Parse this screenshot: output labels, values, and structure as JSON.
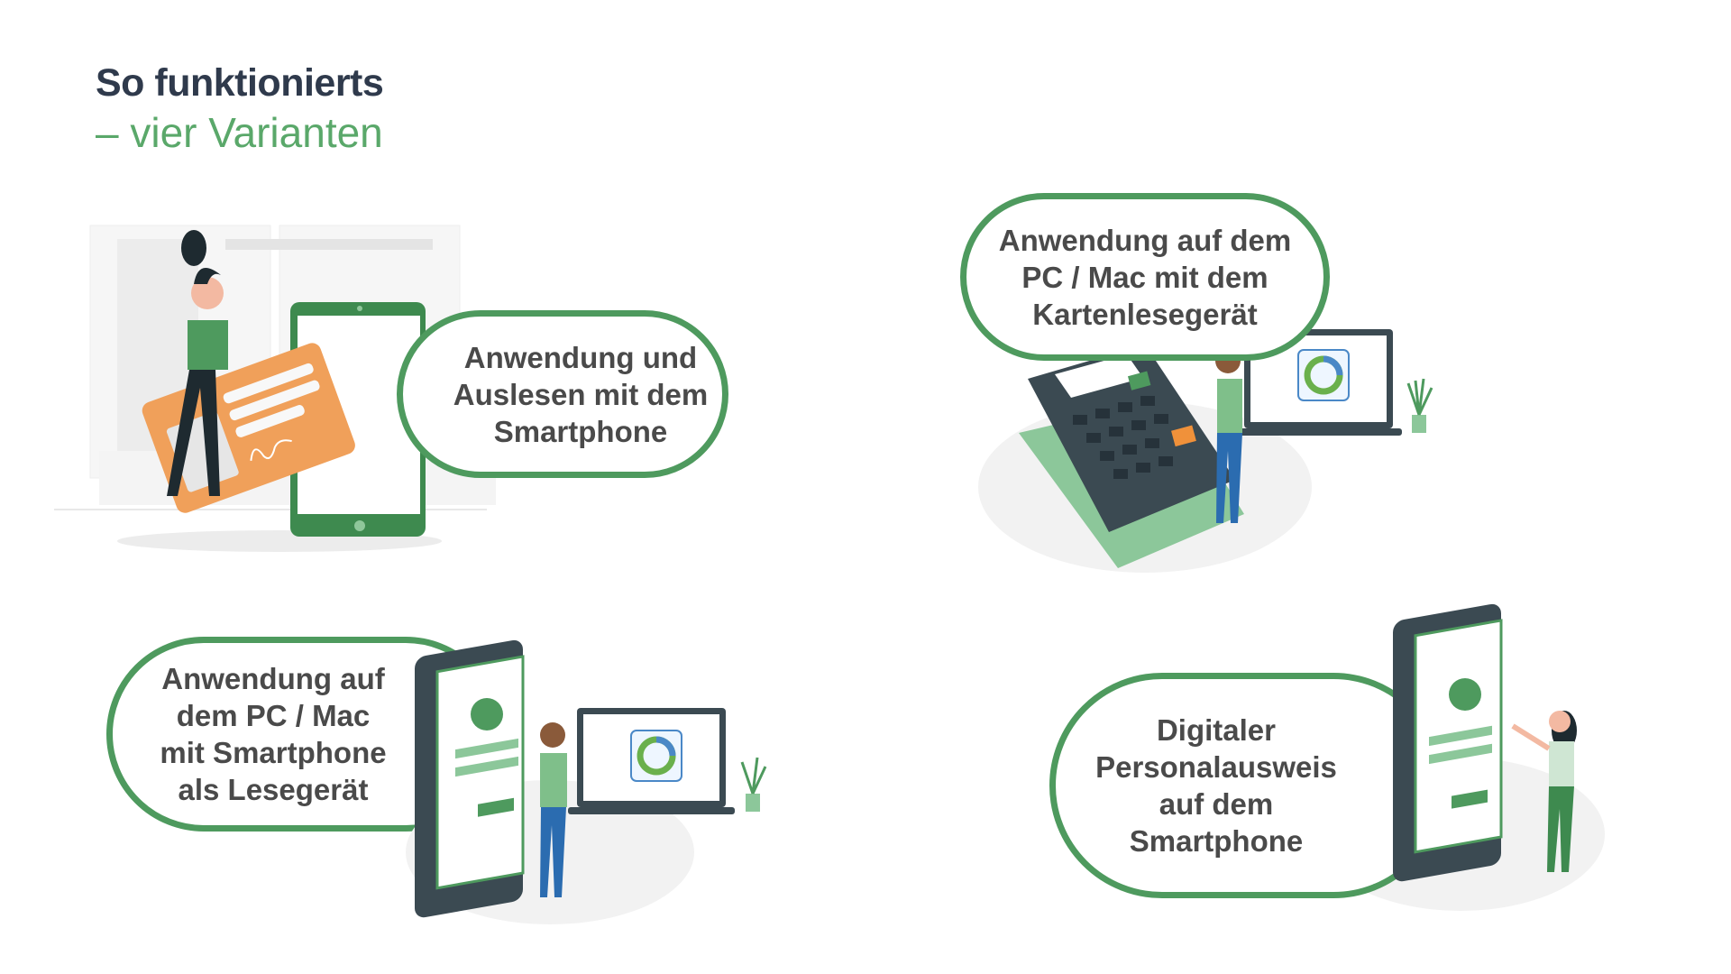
{
  "title": {
    "line1": "So funktionierts",
    "line2": "– vier Varianten"
  },
  "variants": [
    {
      "lines": [
        "Anwendung und",
        "Auslesen mit dem",
        "Smartphone"
      ]
    },
    {
      "lines": [
        "Anwendung auf dem",
        "PC / Mac mit dem",
        "Kartenlesegerät"
      ]
    },
    {
      "lines": [
        "Anwendung auf",
        "dem PC / Mac",
        "mit Smartphone",
        "als Lesegerät"
      ]
    },
    {
      "lines": [
        "Digitaler",
        "Personalausweis",
        "auf dem",
        "Smartphone"
      ]
    }
  ],
  "colors": {
    "accent": "#4e9a5e",
    "title": "#2f3a4c",
    "subtitle": "#5aa86a",
    "text": "#4a4a4a",
    "card": "#f0a05a",
    "dark": "#3b4a52"
  }
}
